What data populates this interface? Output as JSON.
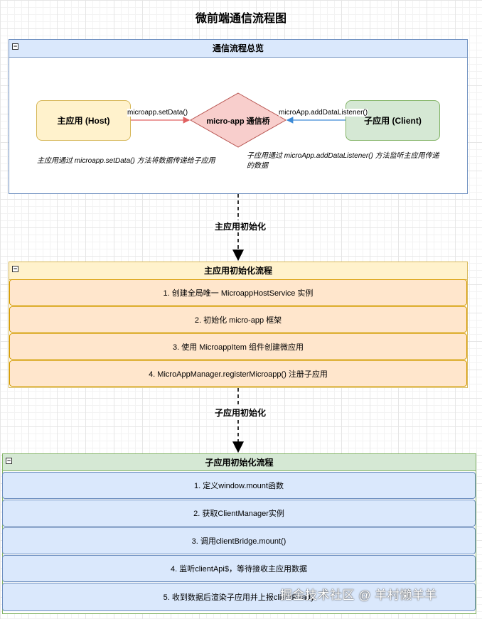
{
  "title": "微前端通信流程图",
  "overview": {
    "header": "通信流程总览",
    "host_label": "主应用 (Host)",
    "bridge_label": "micro-app 通信桥",
    "client_label": "子应用 (Client)",
    "set_data_label": "microapp.setData()",
    "listener_label": "microApp.addDataListener()",
    "host_note": "主应用通过 microapp.setData() 方法将数据传递给子应用",
    "client_note_line1": "子应用通过 microApp.addDataListener() 方法监听主应用传递",
    "client_note_line2": "的数据"
  },
  "connector1_label": "主应用初始化",
  "connector2_label": "子应用初始化",
  "host_init": {
    "header": "主应用初始化流程",
    "steps": [
      "1. 创建全局唯一 MicroappHostService 实例",
      "2. 初始化 micro-app 框架",
      "3. 使用 MicroappItem 组件创建微应用",
      "4. MicroAppManager.registerMicroapp() 注册子应用"
    ]
  },
  "client_init": {
    "header": "子应用初始化流程",
    "steps": [
      "1. 定义window.mount函数",
      "2. 获取ClientManager实例",
      "3. 调用clientBridge.mount()",
      "4. 监听clientApi$，等待接收主应用数据",
      "5. 收到数据后渲染子应用并上报clientReady"
    ]
  },
  "collapse_glyph": "−",
  "watermark": "掘金技术社区 @ 羊村懒羊羊",
  "colors": {
    "blue_fill": "#dae8fc",
    "blue_stroke": "#6c8ebf",
    "yellow_fill": "#fff2cc",
    "yellow_stroke": "#d6b656",
    "green_fill": "#d5e8d4",
    "green_stroke": "#82b366",
    "orange_fill": "#ffe6cc",
    "orange_stroke": "#d79b00",
    "red_fill": "#f8cecc",
    "red_stroke": "#b85450"
  }
}
